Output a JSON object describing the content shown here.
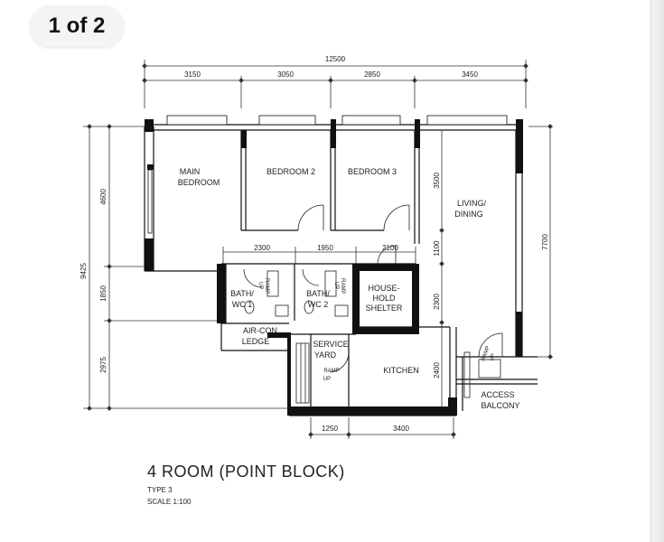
{
  "page_indicator": "1 of 2",
  "plan": {
    "title": "4 ROOM (POINT BLOCK)",
    "type": "TYPE 3",
    "scale": "SCALE 1:100"
  },
  "rooms": {
    "main_bedroom": [
      "MAIN",
      "BEDROOM"
    ],
    "bedroom_2": "BEDROOM 2",
    "bedroom_3": "BEDROOM 3",
    "living_dining": [
      "LIVING/",
      "DINING"
    ],
    "bath_wc_1": [
      "BATH/",
      "WC 1"
    ],
    "bath_wc_2": [
      "BATH/",
      "WC 2"
    ],
    "household_shelter": [
      "HOUSE-",
      "HOLD",
      "SHELTER"
    ],
    "aircon_ledge": [
      "AIR-CON",
      "LEDGE"
    ],
    "service_yard": [
      "SERVICE",
      "YARD"
    ],
    "ramp_up": [
      "RAMP",
      "UP"
    ],
    "kitchen": "KITCHEN",
    "access_balcony": [
      "ACCESS",
      "BALCONY"
    ]
  },
  "dimensions": {
    "overall_width": "12500",
    "top": [
      "3150",
      "3050",
      "2850",
      "3450"
    ],
    "mid": [
      "2300",
      "1950",
      "2100"
    ],
    "bottom": [
      "1250",
      "3400"
    ],
    "left_total": "9425",
    "left_parts": [
      "4600",
      "1850",
      "2975"
    ],
    "inner_right": [
      "3500",
      "1100",
      "2300",
      "2400"
    ],
    "right_total": "7700"
  },
  "colors": {
    "wall": "#111111",
    "line": "#333333",
    "text": "#222222"
  }
}
